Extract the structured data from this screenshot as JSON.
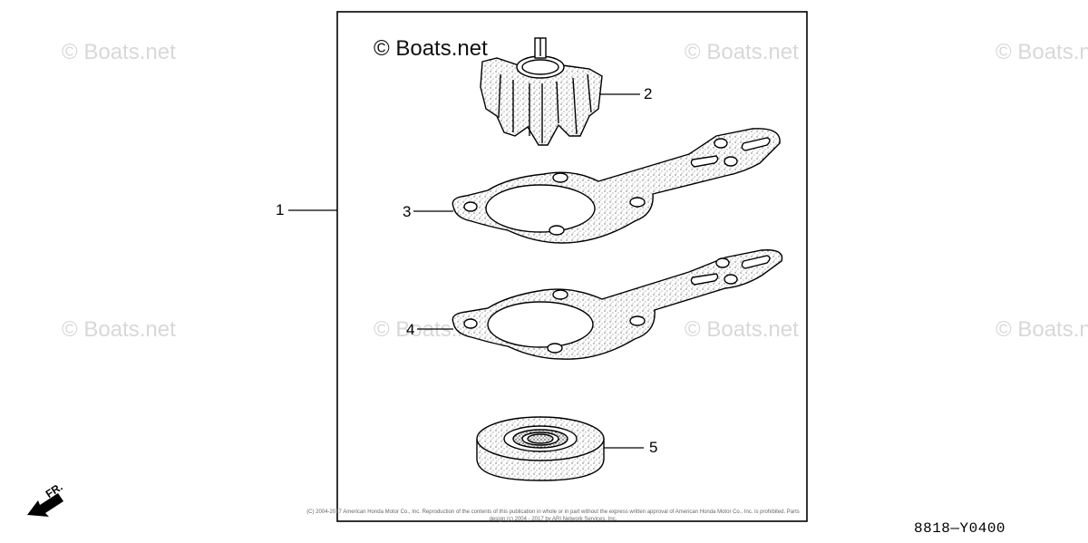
{
  "watermark": {
    "text": "© Boats.net",
    "main_text": "© Boats.net"
  },
  "callouts": {
    "item1": "1",
    "item2": "2",
    "item3": "3",
    "item4": "4",
    "item5": "5"
  },
  "parts": {
    "item2": "impeller",
    "item3": "gasket",
    "item4": "gasket",
    "item5": "seal"
  },
  "orientation": {
    "label": "FR."
  },
  "copyright": "(C) 2004-2017 American Honda Motor Co., Inc. Reproduction of the contents of this publication in whole or in part without the express written approval of American Honda Motor Co., Inc. is prohibited. Parts design (c) 2004 - 2017 by ARI Network Services, Inc.",
  "diagram_code": "8818—Y0400"
}
